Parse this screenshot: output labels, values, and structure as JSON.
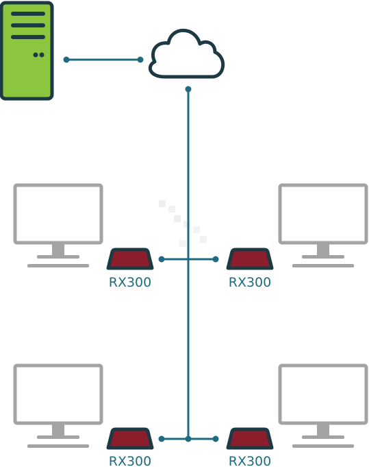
{
  "colors": {
    "line": "#1e6a80",
    "monitor": "#a3a3a3",
    "server_fill": "#8cc63f",
    "server_outline": "#1d3a44",
    "device_fill": "#8c1d2c",
    "device_outline": "#1d3a44",
    "label": "#1e6a80",
    "watermark": "#d9d9d9"
  },
  "icons": {
    "server": "server-icon",
    "cloud": "cloud-icon",
    "monitor": "monitor-icon",
    "receiver": "receiver-device-icon"
  },
  "stations": [
    {
      "label": "RX300"
    },
    {
      "label": "RX300"
    },
    {
      "label": "RX300"
    },
    {
      "label": "RX300"
    }
  ]
}
